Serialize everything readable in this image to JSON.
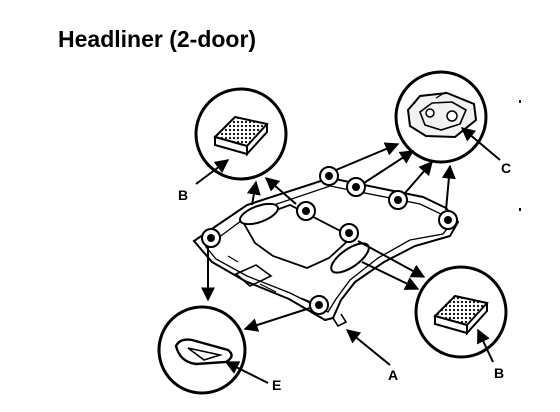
{
  "title": "Headliner (2-door)",
  "callouts": {
    "a": "A",
    "b_upper": "B",
    "b_lower": "B",
    "c": "C",
    "e": "E"
  }
}
